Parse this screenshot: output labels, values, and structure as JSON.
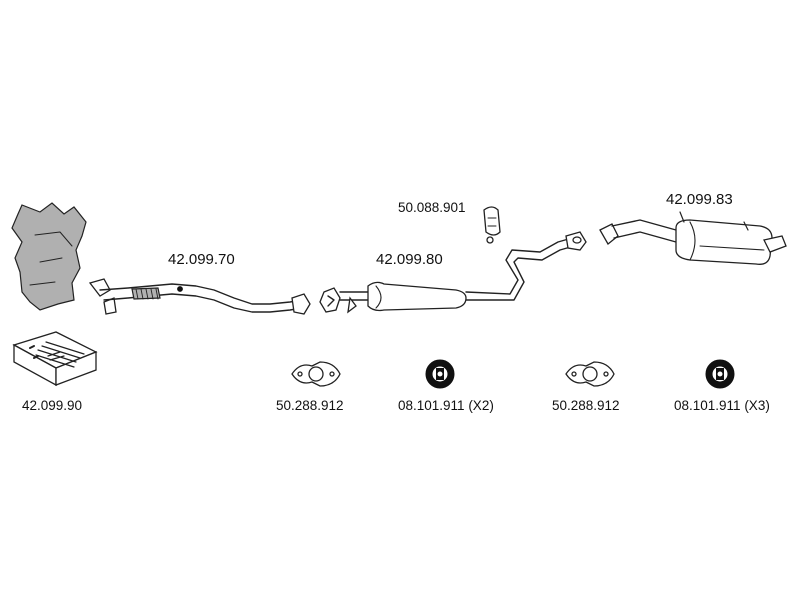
{
  "parts": [
    {
      "part_number": "42.099.90"
    },
    {
      "part_number": "42.099.70"
    },
    {
      "part_number": "42.099.80"
    },
    {
      "part_number": "50.088.901"
    },
    {
      "part_number": "42.099.83"
    },
    {
      "part_number": "50.288.912"
    },
    {
      "part_number": "08.101.911 (X2)"
    },
    {
      "part_number": "50.288.912"
    },
    {
      "part_number": "08.101.911 (X3)"
    }
  ]
}
